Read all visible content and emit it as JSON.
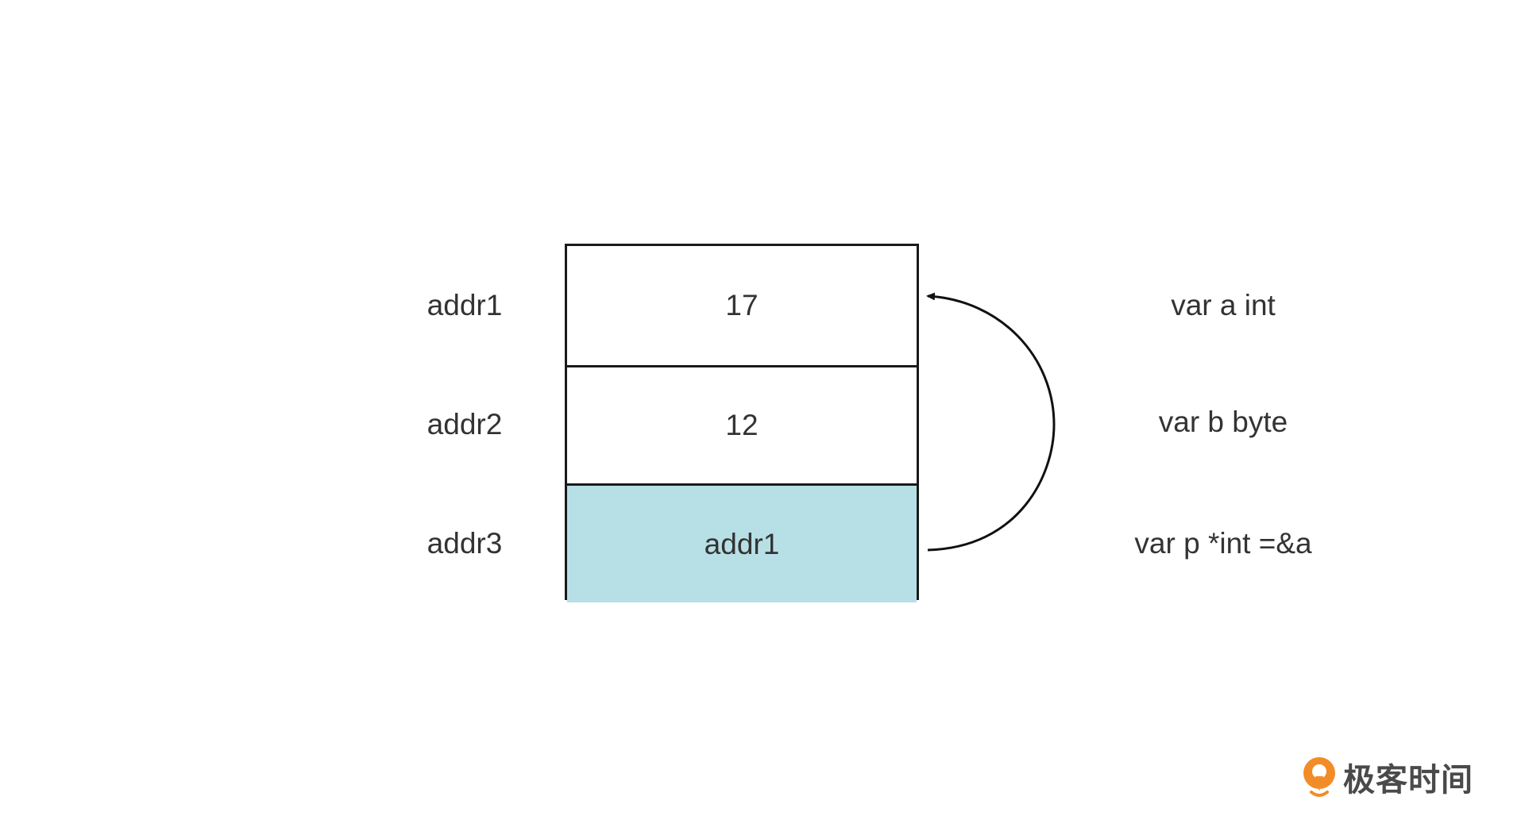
{
  "diagram": {
    "addresses": [
      "addr1",
      "addr2",
      "addr3"
    ],
    "cells": [
      {
        "value": "17",
        "highlight": false
      },
      {
        "value": "12",
        "highlight": false
      },
      {
        "value": "addr1",
        "highlight": true
      }
    ],
    "declarations": [
      "var a int",
      "var b byte",
      "var p *int =&a"
    ],
    "highlight_color": "#b7dfe6",
    "pointer_arrow": {
      "from": "addr3",
      "to": "addr1"
    }
  },
  "logo": {
    "text": "极客时间",
    "brand_color": "#f28c28",
    "icon": "geektime-logo-icon"
  }
}
